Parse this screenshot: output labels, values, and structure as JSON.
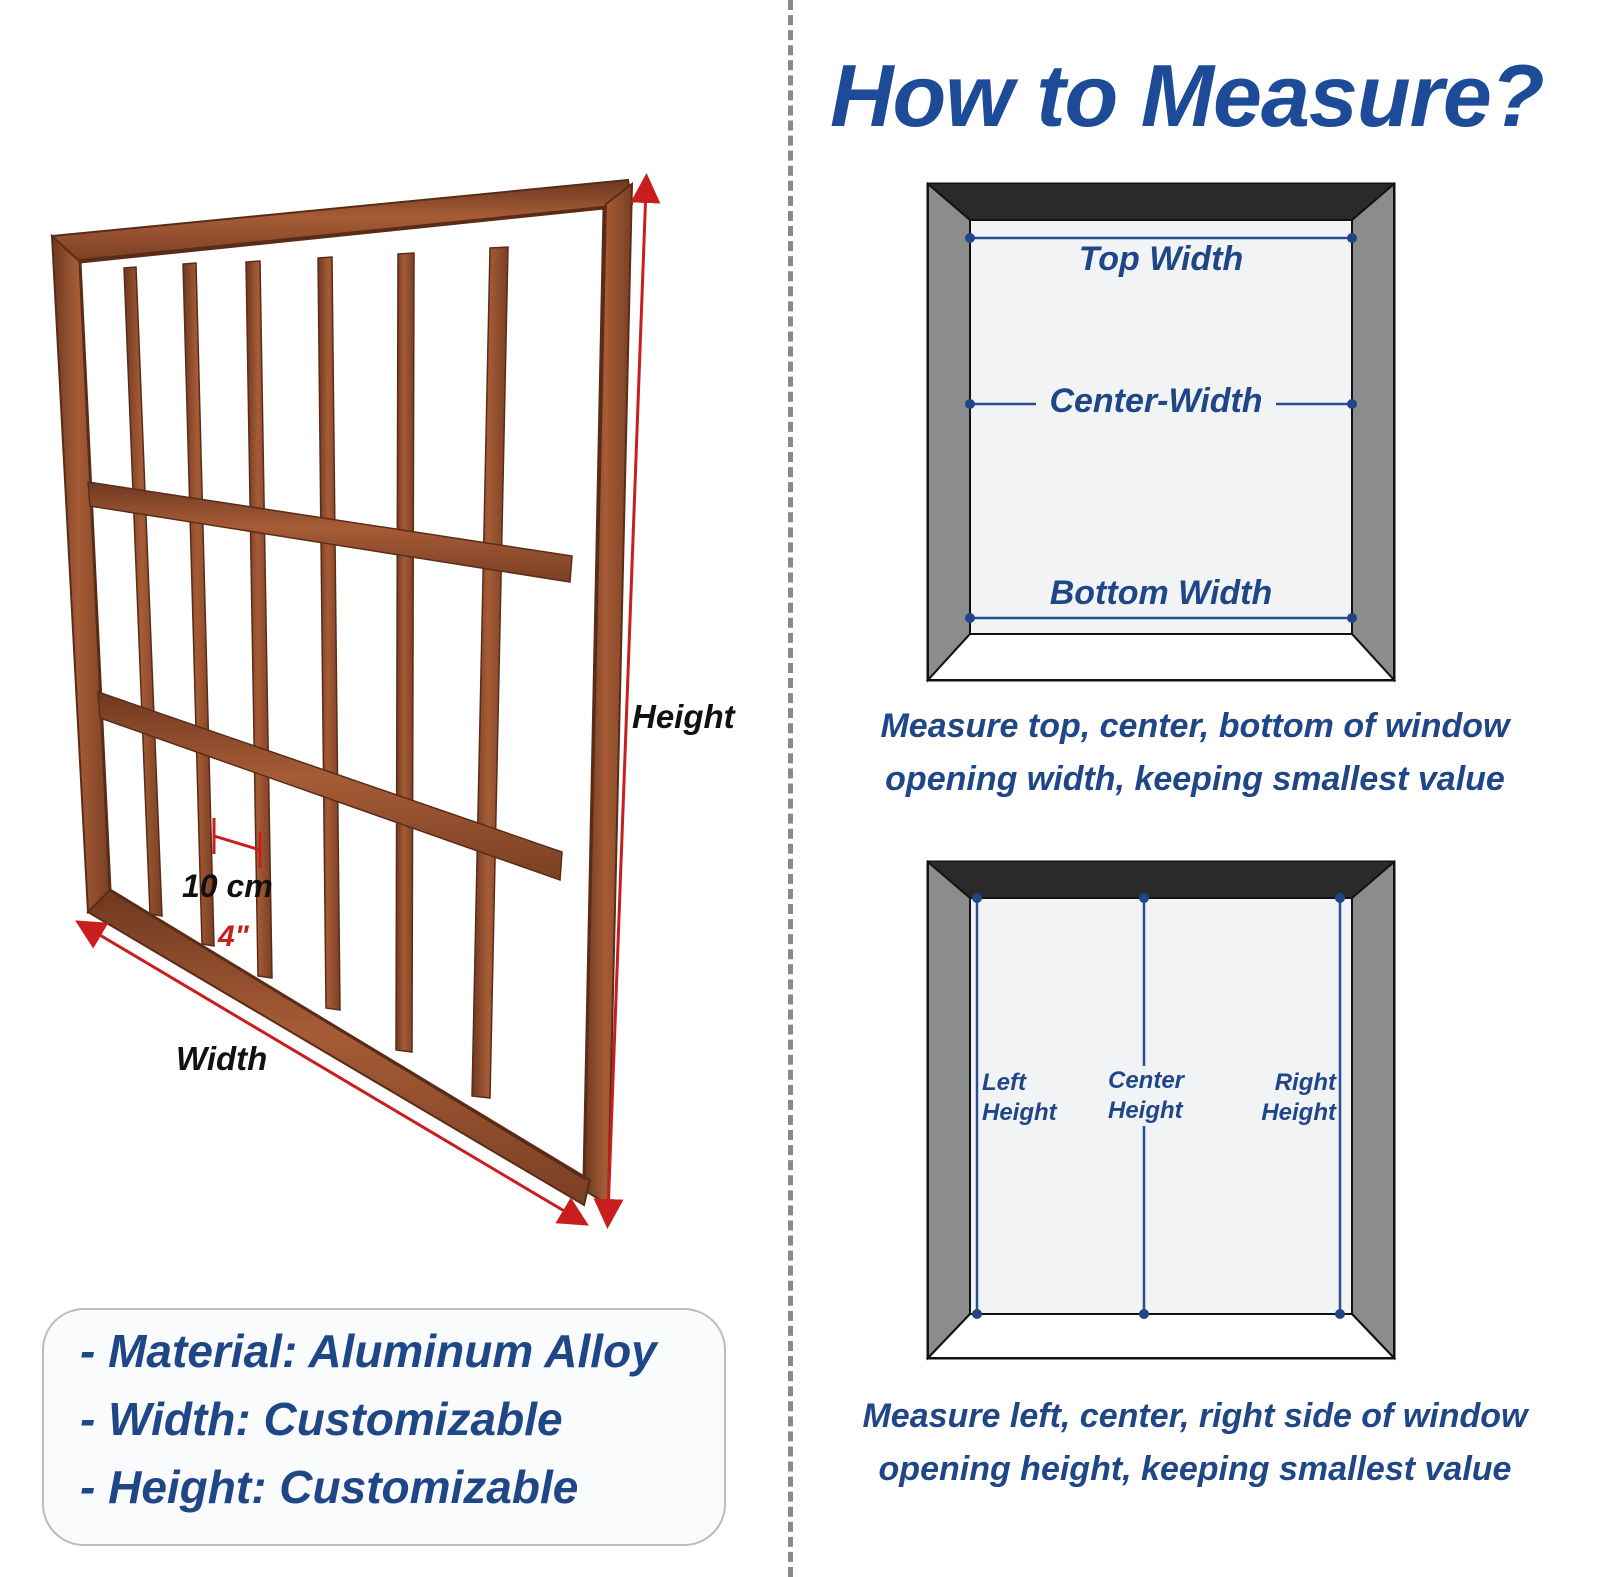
{
  "title": "How to Measure?",
  "frame_labels": {
    "height": "Height",
    "width": "Width",
    "bar_spacing_cm": "10 cm",
    "bar_spacing_in": "4\""
  },
  "specs": [
    "- Material: Aluminum Alloy",
    "- Width: Customizable",
    "- Height: Customizable"
  ],
  "width_diagram": {
    "top": "Top Width",
    "center": "Center-Width",
    "bottom": "Bottom Width",
    "caption_line1": "Measure top, center, bottom of window",
    "caption_line2": "opening width, keeping smallest value"
  },
  "height_diagram": {
    "left_line1": "Left",
    "left_line2": "Height",
    "center_line1": "Center",
    "center_line2": "Height",
    "right_line1": "Right",
    "right_line2": "Height",
    "caption_line1": "Measure left, center, right side of window",
    "caption_line2": "opening height, keeping smallest value"
  },
  "colors": {
    "brand_blue": "#1f4788",
    "title_blue": "#1d4b97",
    "wood": "#8b4a2b",
    "arrow_red": "#c81e1e",
    "frame_gray": "#8c8c8c",
    "frame_dark": "#2a2a2a"
  }
}
